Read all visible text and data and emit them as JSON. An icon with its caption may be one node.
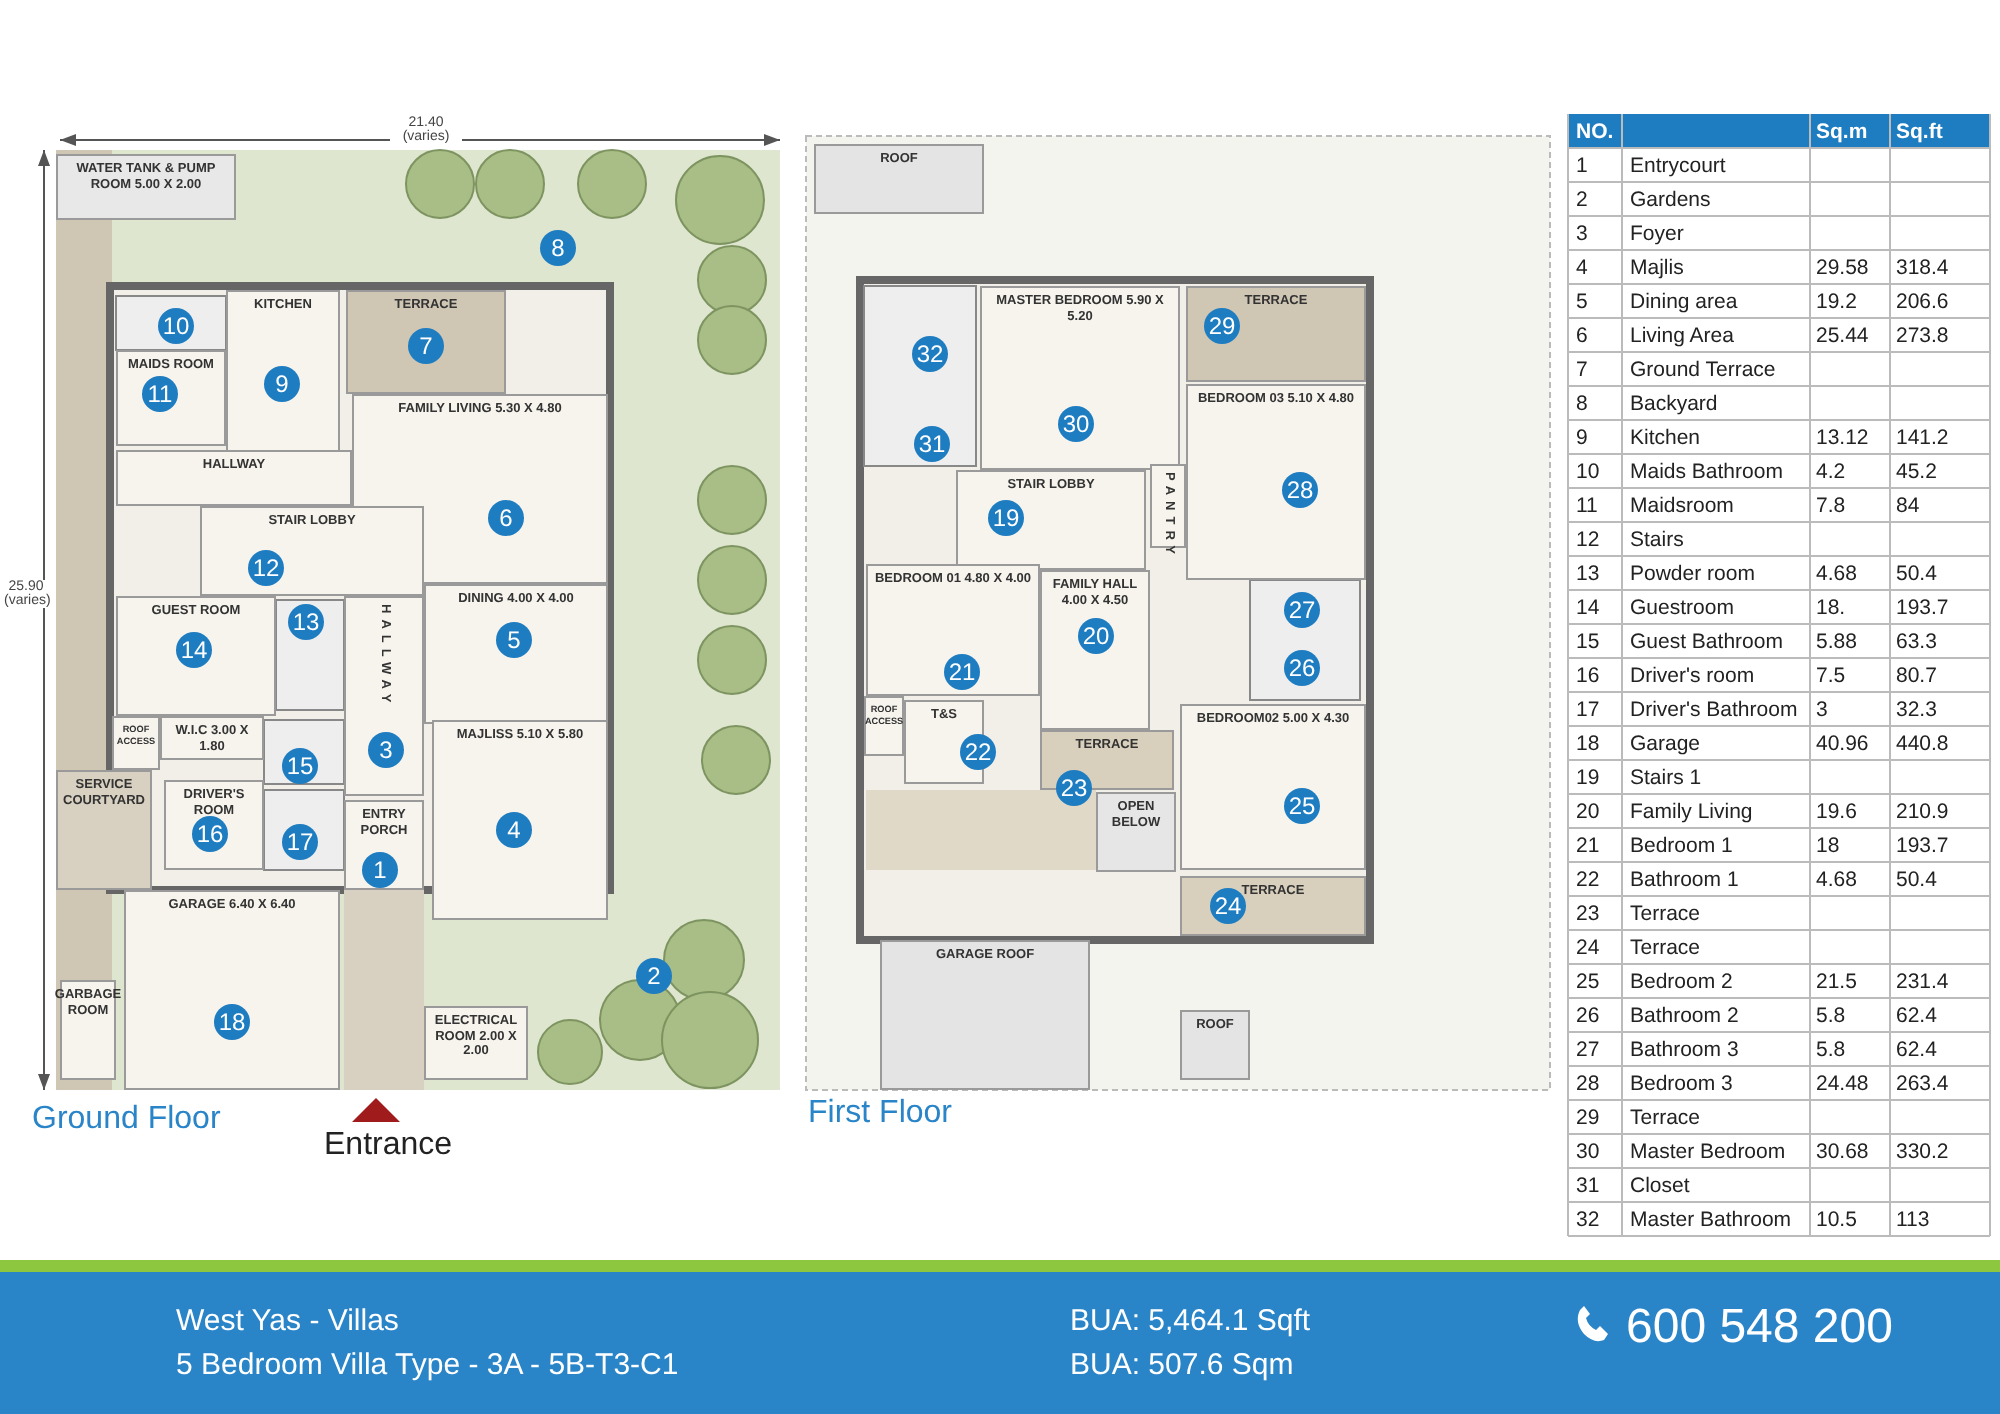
{
  "diagram": {
    "nodes": [
      {
        "text": [
          "WATER TANK & PUMP ROOM 5.00 X 2.00"
        ]
      },
      {
        "text": [
          "TERRACE"
        ]
      },
      {
        "text": [
          "KITCHEN"
        ]
      },
      {
        "text": [
          "MAIDS ROOM"
        ]
      },
      {
        "text": [
          "HALLWAY"
        ]
      },
      {
        "text": [
          "FAMILY LIVING 5.30 X 4.80"
        ]
      },
      {
        "text": [
          "STAIR LOBBY"
        ]
      },
      {
        "text": [
          "GUEST ROOM"
        ]
      },
      {
        "text": [
          "DINING 4.00 X 4.00"
        ]
      },
      {
        "text": [
          "HALLWAY"
        ]
      },
      {
        "text": [
          "ROOF ACCESS"
        ]
      },
      {
        "text": [
          "W.I.C 3.00 X 1.80"
        ]
      },
      {
        "text": [
          "SERVICE COURTYARD"
        ]
      },
      {
        "text": [
          "DRIVER'S ROOM"
        ]
      },
      {
        "text": [
          "ENTRY PORCH"
        ]
      },
      {
        "text": [
          "MAJLISS 5.10 X 5.80"
        ]
      },
      {
        "text": [
          "GARAGE 6.40 X 6.40"
        ]
      },
      {
        "text": [
          "GARBAGE ROOM"
        ]
      },
      {
        "text": [
          "ELECTRICAL ROOM 2.00 X 2.00"
        ]
      },
      {
        "text": [
          "ROOF"
        ]
      },
      {
        "text": [
          "MASTER BEDROOM 5.90 X 5.20"
        ]
      },
      {
        "text": [
          "TERRACE"
        ]
      },
      {
        "text": [
          "BEDROOM 03 5.10 X 4.80"
        ]
      },
      {
        "text": [
          "PANTRY"
        ]
      },
      {
        "text": [
          "STAIR LOBBY"
        ]
      },
      {
        "text": [
          "FAMILY HALL 4.00 X 4.50"
        ]
      },
      {
        "text": [
          "BEDROOM 01 4.80 X 4.00"
        ]
      },
      {
        "text": [
          "ROOF ACCESS"
        ]
      },
      {
        "text": [
          "T&S"
        ]
      },
      {
        "text": [
          "TERRACE"
        ]
      },
      {
        "text": [
          "OPEN BELOW"
        ]
      },
      {
        "text": [
          "BEDROOM02 5.00 X 4.30"
        ]
      },
      {
        "text": [
          "TERRACE"
        ]
      },
      {
        "text": [
          "GARAGE ROOF"
        ]
      },
      {
        "text": [
          "ROOF"
        ]
      }
    ],
    "labels": [
      "21.40 (varies)",
      "25.90 (varies)",
      "Ground Floor",
      "Entrance",
      "First Floor",
      "1",
      "2",
      "3",
      "4",
      "5",
      "6",
      "7",
      "8",
      "9",
      "10",
      "11",
      "12",
      "13",
      "14",
      "15",
      "16",
      "17",
      "18",
      "19",
      "20",
      "21",
      "22",
      "23",
      "24",
      "25",
      "26",
      "27",
      "28",
      "29",
      "30",
      "31",
      "32",
      "NO.",
      "Sq.m",
      "Sq.ft",
      "1",
      "Entrycourt",
      "2",
      "Gardens",
      "3",
      "Foyer",
      "4",
      "Majlis",
      "29.58",
      "318.4",
      "5",
      "Dining area",
      "19.2",
      "206.6",
      "6",
      "Living Area",
      "25.44",
      "273.8",
      "7",
      "Ground Terrace",
      "8",
      "Backyard",
      "9",
      "Kitchen",
      "13.12",
      "141.2",
      "10",
      "Maids Bathroom",
      "4.2",
      "45.2",
      "11",
      "Maidsroom",
      "7.8",
      "84",
      "12",
      "Stairs",
      "13",
      "Powder room",
      "4.68",
      "50.4",
      "14",
      "Guestroom",
      "18.",
      "193.7",
      "15",
      "Guest Bathroom",
      "5.88",
      "63.3",
      "16",
      "Driver's room",
      "7.5",
      "80.7",
      "17",
      "Driver's Bathroom",
      "3",
      "32.3",
      "18",
      "Garage",
      "40.96",
      "440.8",
      "19",
      "Stairs 1",
      "20",
      "Family Living",
      "19.6",
      "210.9",
      "21",
      "Bedroom 1",
      "18",
      "193.7",
      "22",
      "Bathroom 1",
      "4.68",
      "50.4",
      "23",
      "Terrace",
      "24",
      "Terrace",
      "25",
      "Bedroom 2",
      "21.5",
      "231.4",
      "26",
      "Bathroom 2",
      "5.8",
      "62.4",
      "27",
      "Bathroom 3",
      "5.8",
      "62.4",
      "28",
      "Bedroom 3",
      "24.48",
      "263.4",
      "29",
      "Terrace",
      "30",
      "Master Bedroom",
      "30.68",
      "330.2",
      "31",
      "Closet",
      "32",
      "Master Bathroom",
      "10.5",
      "113",
      "West Yas - Villas",
      "5 Bedroom Villa Type - 3A - 5B-T3-C1",
      "BUA: 5,464.1 Sqft",
      "BUA: 507.6 Sqm",
      "600 548 200"
    ]
  }
}
